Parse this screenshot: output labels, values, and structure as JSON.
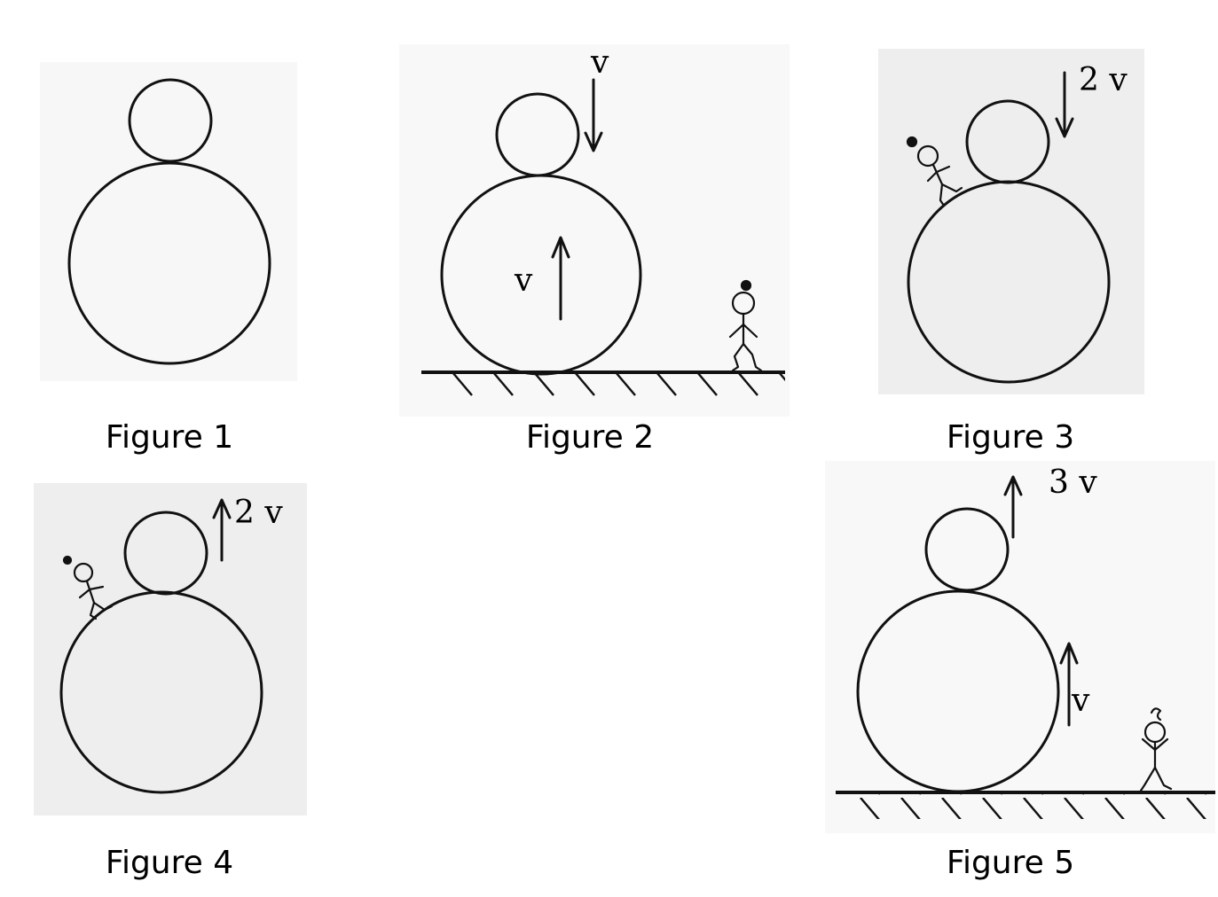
{
  "figures": [
    {
      "caption": "Figure 1"
    },
    {
      "caption": "Figure 2",
      "top_velocity": "v",
      "bottom_velocity": "v"
    },
    {
      "caption": "Figure 3",
      "top_velocity": "2 v"
    },
    {
      "caption": "Figure 4",
      "top_velocity": "2 v"
    },
    {
      "caption": "Figure 5",
      "top_velocity": "3 v",
      "bottom_velocity": "v"
    }
  ],
  "colors": {
    "ink": "#111111",
    "shade": "#eeeeee",
    "background": "#ffffff"
  }
}
